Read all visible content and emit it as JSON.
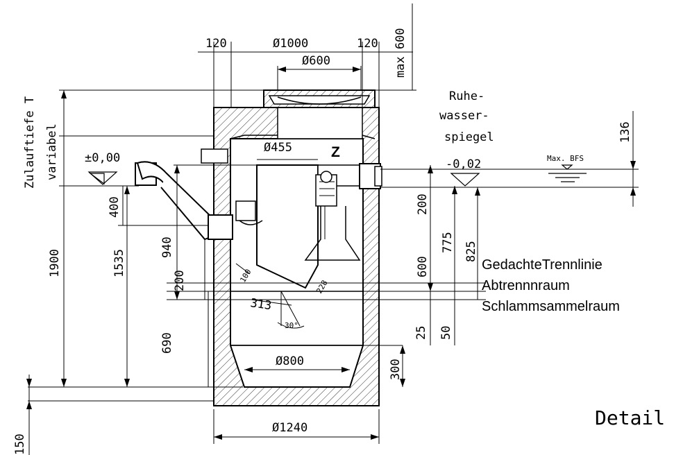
{
  "dims": {
    "w120_left": "120",
    "d1000": "Ø1000",
    "w120_right": "120",
    "max600": "max 600",
    "d600": "Ø600",
    "d455": "Ø455",
    "z": "Z",
    "pm000": "±0,00",
    "zulauftiefe": "Zulauftiefe T",
    "variabel": "variabel",
    "v400": "400",
    "v1900": "1900",
    "v1535": "1535",
    "v940": "940",
    "v200_left": "200",
    "v690": "690",
    "v100": "100",
    "v313": "313",
    "v30deg": "30°",
    "v228": "228",
    "v200_right": "200",
    "v600": "600",
    "v775": "775",
    "v825": "825",
    "v25": "25",
    "v50": "50",
    "v300": "300",
    "d800": "Ø800",
    "d1240": "Ø1240",
    "v150": "150",
    "v136": "136",
    "minus002": "-0,02",
    "maxbfs": "Max. BFS"
  },
  "labels": {
    "ruhe1": "Ruhe-",
    "ruhe2": "wasser-",
    "ruhe3": "spiegel",
    "trenn1": "GedachteTrennlinie",
    "trenn2": "Abtrennnraum",
    "trenn3": "Schlammsammelraum",
    "detail": "Detail"
  }
}
